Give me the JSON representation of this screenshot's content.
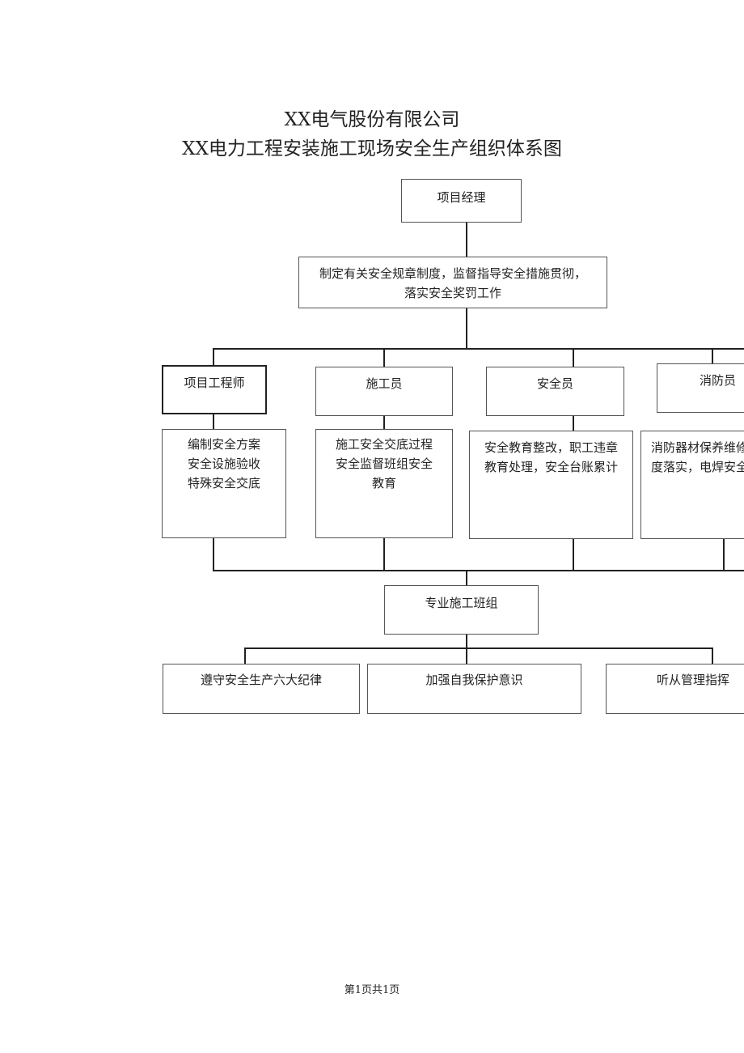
{
  "header": {
    "company": "XX电气股份有限公司",
    "title": "XX电力工程安装施工现场安全生产组织体系图"
  },
  "diagram": {
    "manager": "项目经理",
    "manager_duty": [
      "制定有关安全规章制度，监督指导安全措施贯彻，",
      "落实安全奖罚工作"
    ],
    "roles": [
      {
        "name": "项目工程师",
        "duties": [
          "编制安全方案",
          "安全设施验收",
          "特殊安全交底"
        ]
      },
      {
        "name": "施工员",
        "duties": [
          "施工安全交底过程",
          "安全监督班组安全",
          "教育"
        ]
      },
      {
        "name": "安全员",
        "duties": [
          "安全教育整改，职工违章",
          "教育处理，安全台账累计"
        ]
      },
      {
        "name": "消防员",
        "duties": [
          "消防器材保养维修",
          "度落实，电焊安全"
        ]
      }
    ],
    "team": "专业施工班组",
    "team_duties": [
      "遵守安全生产六大纪律",
      "加强自我保护意识",
      "听从管理指挥"
    ]
  },
  "footer": {
    "page": "第1页共1页"
  }
}
